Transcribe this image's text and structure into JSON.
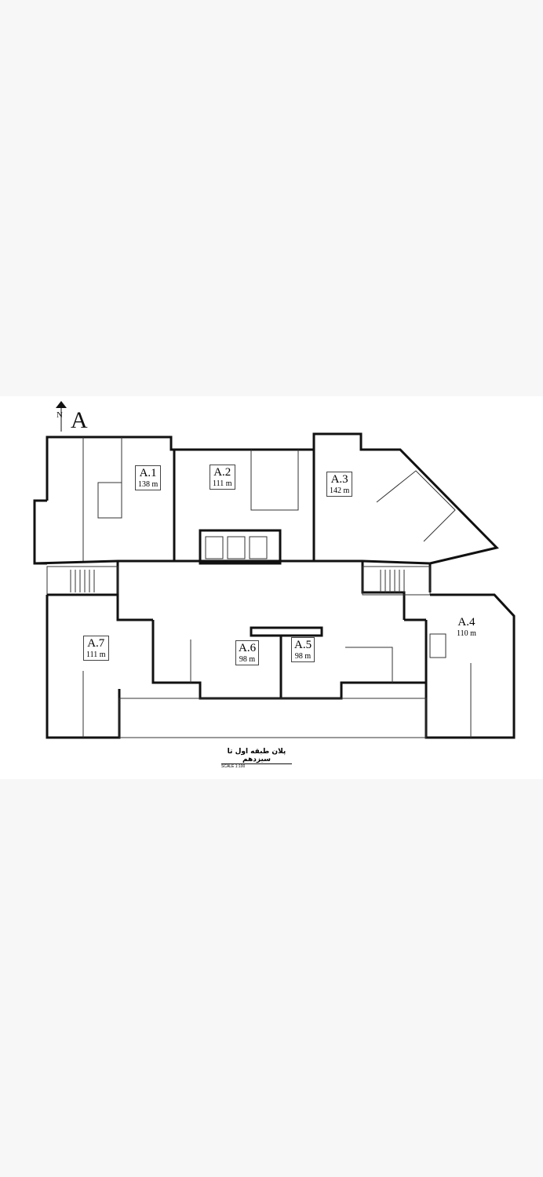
{
  "plan": {
    "north_label": "N",
    "block_label": "A",
    "title": "پلان طبقه اول تا سیزدهم",
    "scale": "SCALE 1:100",
    "units": [
      {
        "name": "A.1",
        "area": "138 m"
      },
      {
        "name": "A.2",
        "area": "111 m"
      },
      {
        "name": "A.3",
        "area": "142 m"
      },
      {
        "name": "A.4",
        "area": "110 m"
      },
      {
        "name": "A.5",
        "area": "98 m"
      },
      {
        "name": "A.6",
        "area": "98 m"
      },
      {
        "name": "A.7",
        "area": "111 m"
      }
    ]
  }
}
